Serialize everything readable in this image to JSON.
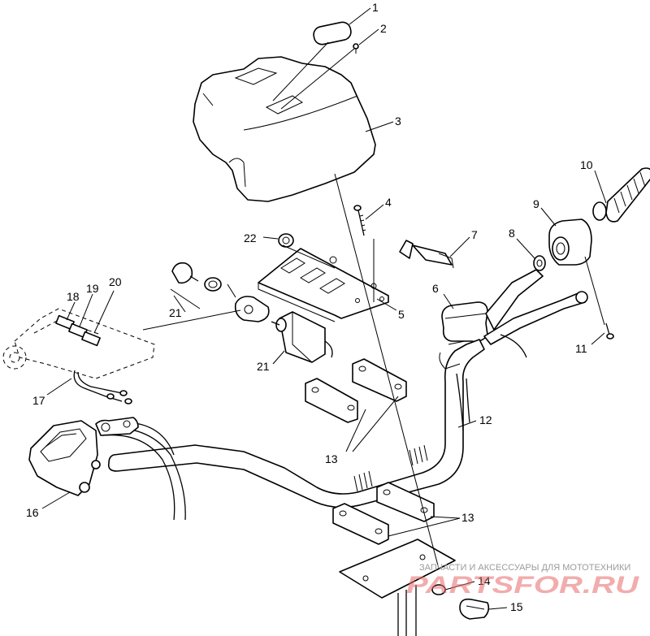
{
  "callouts": [
    {
      "id": "c1",
      "label": "1"
    },
    {
      "id": "c2",
      "label": "2"
    },
    {
      "id": "c3",
      "label": "3"
    },
    {
      "id": "c4",
      "label": "4"
    },
    {
      "id": "c5",
      "label": "5"
    },
    {
      "id": "c6",
      "label": "6"
    },
    {
      "id": "c7",
      "label": "7"
    },
    {
      "id": "c8",
      "label": "8"
    },
    {
      "id": "c9",
      "label": "9"
    },
    {
      "id": "c10",
      "label": "10"
    },
    {
      "id": "c11",
      "label": "11"
    },
    {
      "id": "c12",
      "label": "12"
    },
    {
      "id": "c13a",
      "label": "13"
    },
    {
      "id": "c13b",
      "label": "13"
    },
    {
      "id": "c14",
      "label": "14"
    },
    {
      "id": "c15",
      "label": "15"
    },
    {
      "id": "c16",
      "label": "16"
    },
    {
      "id": "c17",
      "label": "17"
    },
    {
      "id": "c18",
      "label": "18"
    },
    {
      "id": "c19",
      "label": "19"
    },
    {
      "id": "c20",
      "label": "20"
    },
    {
      "id": "c21a",
      "label": "21"
    },
    {
      "id": "c21b",
      "label": "21"
    },
    {
      "id": "c22",
      "label": "22"
    }
  ],
  "watermark": {
    "tagline": "ЗАПЧАСТИ И АКСЕССУАРЫ ДЛЯ МОТОТЕХНИКИ",
    "logo": "PARTSFOR.RU"
  }
}
